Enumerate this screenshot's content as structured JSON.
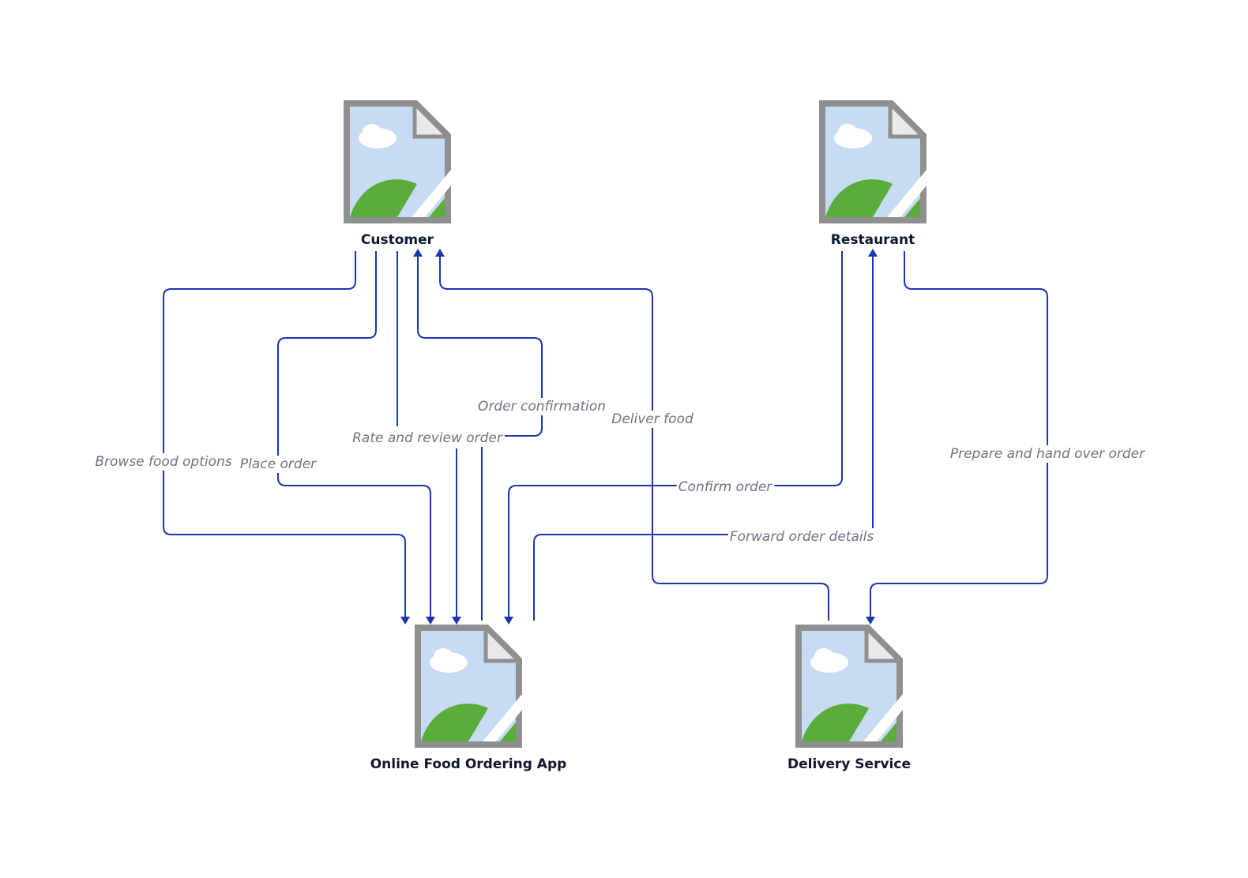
{
  "colors": {
    "edge": "#1c35b0",
    "node_label": "#0f1630",
    "edge_label": "#6e7283",
    "icon_frame": "#8f8f8f",
    "icon_sky": "#c7dbf5",
    "icon_hill": "#5aad3a",
    "icon_cloud": "#ffffff"
  },
  "nodes": {
    "customer": {
      "label": "Customer",
      "icon": "broken-image-icon"
    },
    "restaurant": {
      "label": "Restaurant",
      "icon": "broken-image-icon"
    },
    "app": {
      "label": "Online Food Ordering App",
      "icon": "broken-image-icon"
    },
    "delivery": {
      "label": "Delivery Service",
      "icon": "broken-image-icon"
    }
  },
  "edges": {
    "browse": {
      "label": "Browse food options",
      "from": "Customer",
      "to": "Online Food Ordering App"
    },
    "place": {
      "label": "Place order",
      "from": "Customer",
      "to": "Online Food Ordering App"
    },
    "rate": {
      "label": "Rate and review order",
      "from": "Customer",
      "to": "Online Food Ordering App"
    },
    "confirmation": {
      "label": "Order confirmation",
      "from": "Online Food Ordering App",
      "to": "Customer"
    },
    "deliver": {
      "label": "Deliver food",
      "from": "Delivery Service",
      "to": "Customer"
    },
    "confirm": {
      "label": "Confirm order",
      "from": "Restaurant",
      "to": "Online Food Ordering App"
    },
    "forward": {
      "label": "Forward order details",
      "from": "Online Food Ordering App",
      "to": "Restaurant"
    },
    "prepare": {
      "label": "Prepare and hand over order",
      "from": "Restaurant",
      "to": "Delivery Service"
    }
  }
}
